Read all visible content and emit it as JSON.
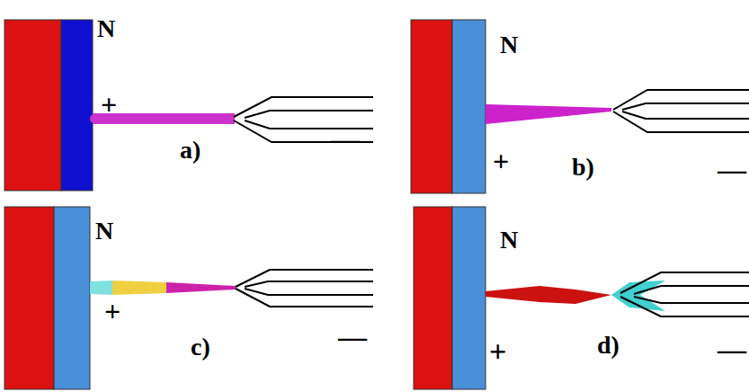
{
  "diagram": {
    "labels": [
      "N",
      "+",
      "a)",
      "—",
      "N",
      "+",
      "b)",
      "—",
      "N",
      "+",
      "c)",
      "—",
      "N",
      "+",
      "d)",
      "—"
    ]
  }
}
